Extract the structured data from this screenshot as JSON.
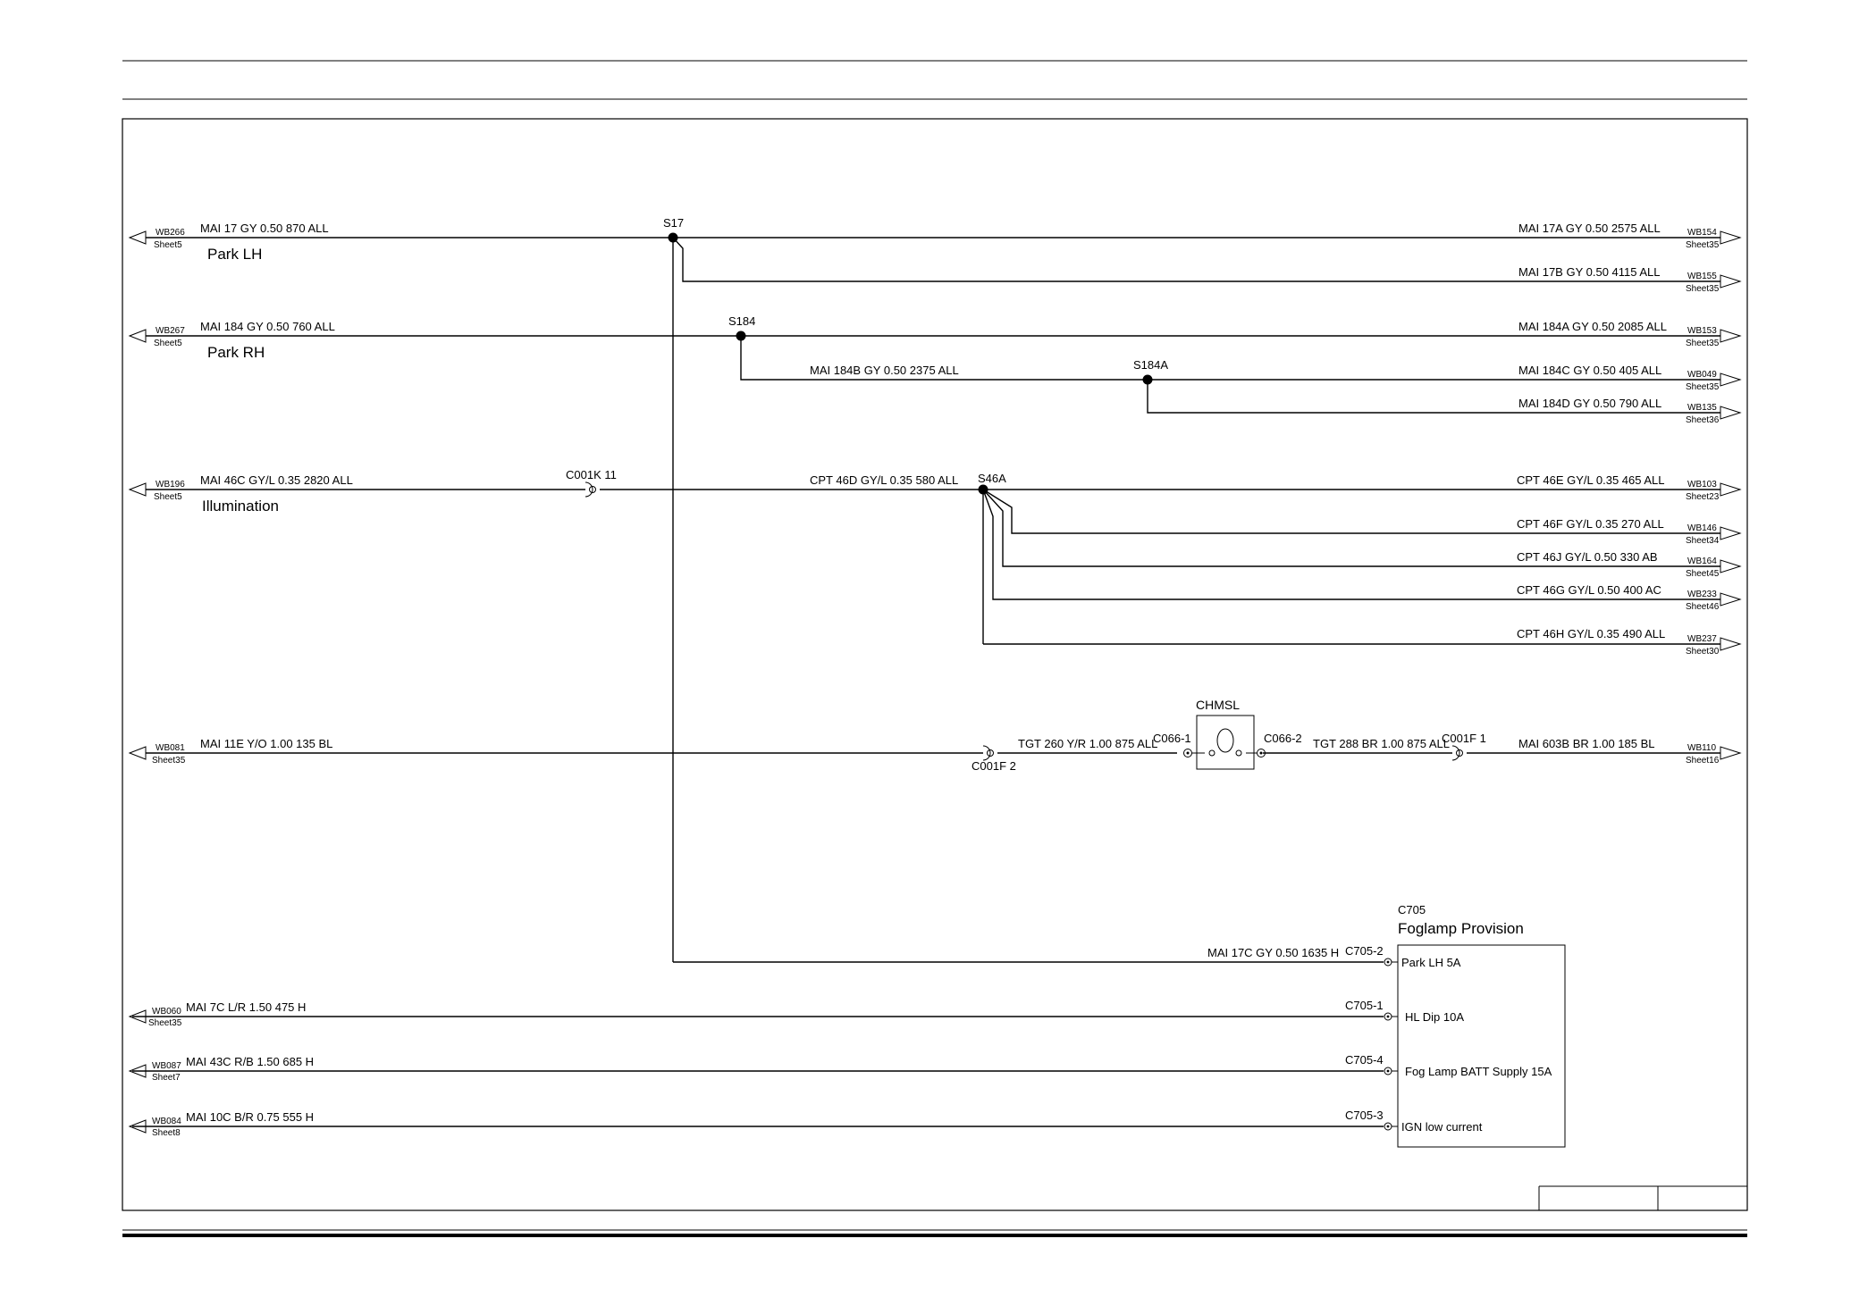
{
  "left_terminals": [
    {
      "ref": "WB266",
      "sheet": "Sheet5"
    },
    {
      "ref": "WB267",
      "sheet": "Sheet5"
    },
    {
      "ref": "WB196",
      "sheet": "Sheet5"
    },
    {
      "ref": "WB081",
      "sheet": "Sheet35"
    },
    {
      "ref": "WB060",
      "sheet": "Sheet35"
    },
    {
      "ref": "WB087",
      "sheet": "Sheet7"
    },
    {
      "ref": "WB084",
      "sheet": "Sheet8"
    }
  ],
  "right_terminals": [
    {
      "ref": "WB154",
      "sheet": "Sheet35"
    },
    {
      "ref": "WB155",
      "sheet": "Sheet35"
    },
    {
      "ref": "WB153",
      "sheet": "Sheet35"
    },
    {
      "ref": "WB049",
      "sheet": "Sheet35"
    },
    {
      "ref": "WB135",
      "sheet": "Sheet36"
    },
    {
      "ref": "WB103",
      "sheet": "Sheet23"
    },
    {
      "ref": "WB146",
      "sheet": "Sheet34"
    },
    {
      "ref": "WB164",
      "sheet": "Sheet45"
    },
    {
      "ref": "WB233",
      "sheet": "Sheet46"
    },
    {
      "ref": "WB237",
      "sheet": "Sheet30"
    },
    {
      "ref": "WB110",
      "sheet": "Sheet16"
    }
  ],
  "wire_labels": {
    "w17": "MAI  17 GY 0.50 870 ALL",
    "w17a": "MAI  17A GY 0.50 2575 ALL",
    "w17b": "MAI  17B GY 0.50 4115 ALL",
    "w184": "MAI  184 GY 0.50 760 ALL",
    "w184a": "MAI  184A GY 0.50 2085 ALL",
    "w184b": "MAI  184B GY 0.50 2375 ALL",
    "w184c": "MAI  184C GY 0.50 405 ALL",
    "w184d": "MAI  184D GY 0.50 790 ALL",
    "w46c": "MAI  46C GY/L 0.35 2820 ALL",
    "w46d": "CPT  46D GY/L 0.35 580 ALL",
    "w46e": "CPT  46E GY/L 0.35 465 ALL",
    "w46f": "CPT  46F GY/L 0.35 270 ALL",
    "w46j": "CPT  46J GY/L 0.50 330 AB",
    "w46g": "CPT  46G GY/L 0.50 400 AC",
    "w46h": "CPT  46H GY/L 0.35 490 ALL",
    "w11e": "MAI  11E Y/O 1.00 135 BL",
    "w260": "TGT  260 Y/R 1.00 875 ALL",
    "w288": "TGT  288 BR 1.00 875 ALL",
    "w603b": "MAI  603B BR 1.00 185 BL",
    "w17c": "MAI   17C GY 0.50 1635 H",
    "w7c": "MAI  7C L/R 1.50 475 H",
    "w43c": "MAI  43C R/B 1.50 685 H",
    "w10c": "MAI  10C B/R 0.75 555 H"
  },
  "circuit_names": {
    "park_lh": "Park LH",
    "park_rh": "Park RH",
    "illumination": "Illumination"
  },
  "splices": {
    "s17": "S17",
    "s184": "S184",
    "s184a": "S184A",
    "s46a": "S46A"
  },
  "connectors": {
    "c001k": "C001K 11",
    "c001f2": "C001F 2",
    "c001f1": "C001F 1",
    "c066_1": "C066-1",
    "c066_2": "C066-2",
    "c705_2": "C705-2",
    "c705_1": "C705-1",
    "c705_4": "C705-4",
    "c705_3": "C705-3"
  },
  "chmsl": {
    "name": "CHMSL"
  },
  "foglamp_module": {
    "ref": "C705",
    "title": "Foglamp Provision",
    "pins": [
      "Park LH 5A",
      "HL Dip 10A",
      "Fog Lamp BATT Supply 15A",
      "IGN low current"
    ]
  }
}
